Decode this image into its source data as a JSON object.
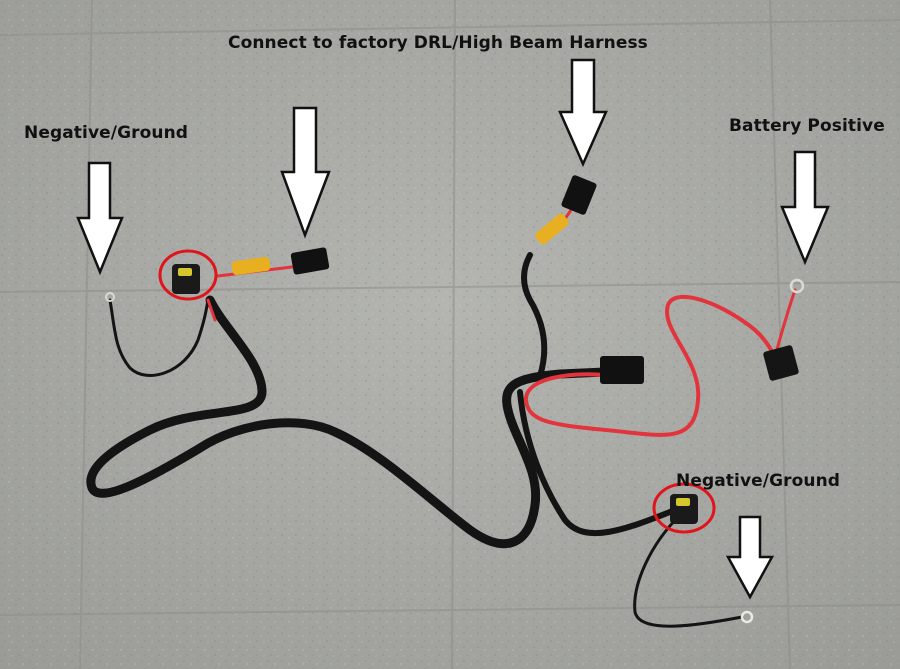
{
  "labels": {
    "factory_harness": "Connect to factory DRL/High Beam Harness",
    "ground_left": "Negative/Ground",
    "battery_positive": "Battery Positive",
    "ground_right": "Negative/Ground"
  },
  "colors": {
    "floor": "#a9aaa6",
    "grout": "#8d8e8a",
    "wire_black": "#141414",
    "wire_red": "#e2343c",
    "relay_yellow": "#e8b020",
    "circle_red": "#e0141c",
    "arrow_fill": "#ffffff",
    "arrow_stroke": "#111111"
  }
}
